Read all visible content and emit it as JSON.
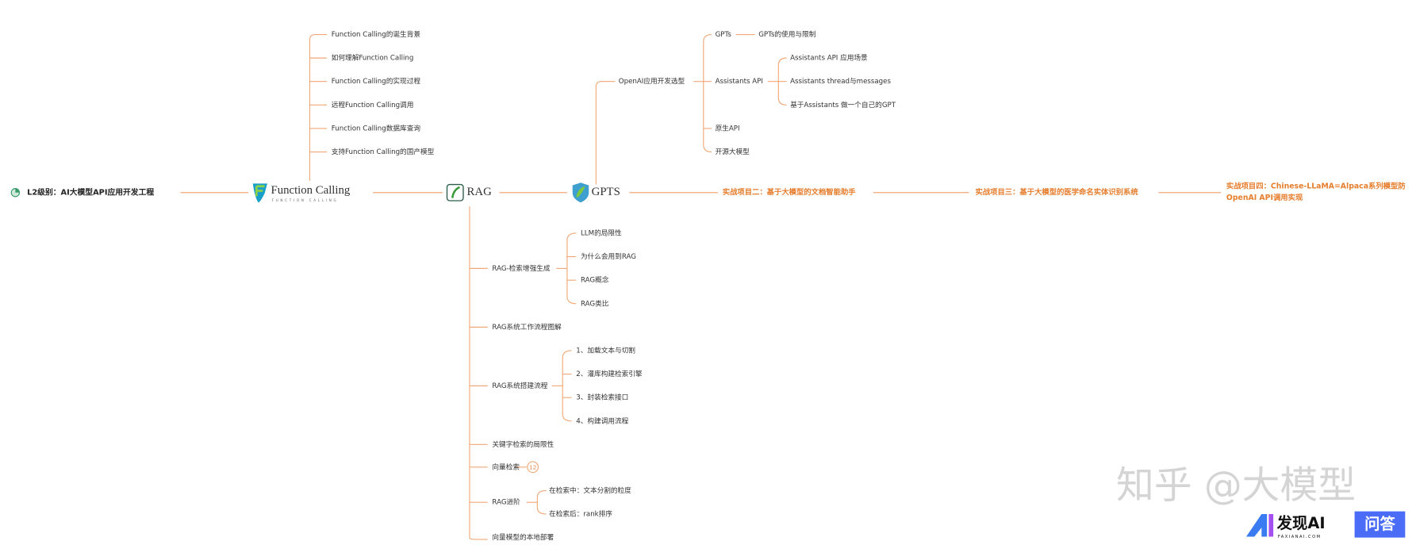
{
  "root": {
    "icon": "progress-circle-icon",
    "label": "L2级别：AI大模型API应用开发工程"
  },
  "function_calling": {
    "title": "Function Calling",
    "subtitle": "FUNCTION CALLING",
    "items": [
      "Function Calling的诞生背景",
      "如何理解Function Calling",
      "Function Calling的实现过程",
      "远程Function Calling调用",
      "Function Calling数据库查询",
      "支持Function Calling的国产模型"
    ]
  },
  "rag": {
    "title": "RAG",
    "items": [
      {
        "label": "RAG-检索增强生成",
        "children": [
          "LLM的局限性",
          "为什么会用到RAG",
          "RAG概念",
          "RAG类比"
        ]
      },
      {
        "label": "RAG系统工作流程图解"
      },
      {
        "label": "RAG系统搭建流程",
        "children": [
          "1、加载文本与切割",
          "2、灌库构建检索引擎",
          "3、封装检索接口",
          "4、构建调用流程"
        ]
      },
      {
        "label": "关键字检索的局限性"
      },
      {
        "label": "向量检索",
        "badge": "12"
      },
      {
        "label": "RAG进阶",
        "children": [
          "在检索中：文本分割的粒度",
          "在检索后：rank排序"
        ]
      },
      {
        "label": "向量模型的本地部署"
      }
    ]
  },
  "gpts": {
    "title": "GPTS",
    "openai": {
      "label": "OpenAI应用开发选型",
      "children": [
        {
          "label": "GPTs",
          "children": [
            "GPTs的使用与限制"
          ]
        },
        {
          "label": "Assistants API",
          "children": [
            "Assistants API 应用场景",
            "Assistants thread与messages",
            "基于Assistants 做一个自己的GPT"
          ]
        },
        {
          "label": "原生API"
        },
        {
          "label": "开源大模型"
        }
      ]
    }
  },
  "projects": [
    "实战项目二：基于大模型的文档智能助手",
    "实战项目三：基于大模型的医学命名实体识别系统",
    {
      "line1": "实战项目四：Chinese-LLaMA=Alpaca系列模型防",
      "line2": "OpenAI API调用实现"
    }
  ],
  "watermark": {
    "text": "知乎 @大模型",
    "logo": "发现AI",
    "logo_sub": "FAXIANAI.COM",
    "badge": "问答"
  },
  "colors": {
    "line": "#f0a878",
    "project": "#e67e2e",
    "badge": "#4a6cf7"
  }
}
